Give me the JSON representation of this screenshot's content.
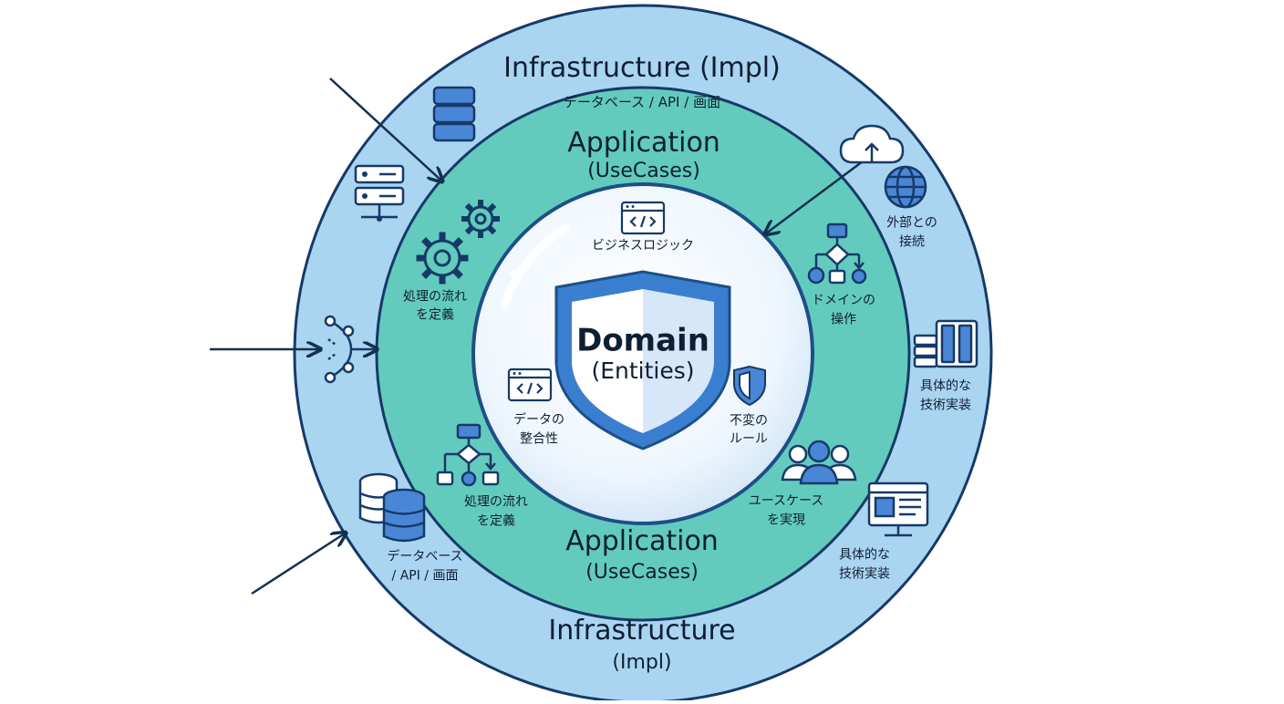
{
  "colors": {
    "infra_ring": "#aad5f1",
    "infra_edge": "#163a68",
    "app_ring": "#63cbbd",
    "app_edge": "#163a68",
    "domain_bubble": "#eef6fd",
    "shield_blue": "#3a7ed0",
    "icon_blue": "#4a86d6",
    "icon_stroke": "#163a68",
    "arrow": "#14304f"
  },
  "infrastructure": {
    "top_title": "Infrastructure (Impl)",
    "top_subtitle": "データベース / API / 画面",
    "bottom_title": "Infrastructure",
    "bottom_subtitle": "(Impl)",
    "labels": {
      "external_line1": "外部との",
      "external_line2": "接続",
      "impl_right_line1": "具体的な",
      "impl_right_line2": "技術実装",
      "impl_bottom_line1": "具体的な",
      "impl_bottom_line2": "技術実装",
      "db_line1": "データベース",
      "db_line2": "/ API / 画面"
    }
  },
  "application": {
    "top_title": "Application",
    "top_subtitle": "(UseCases)",
    "bottom_title": "Application",
    "bottom_subtitle": "(UseCases)",
    "labels": {
      "flow_top_line1": "処理の流れ",
      "flow_top_line2": "を定義",
      "flow_bottom_line1": "処理の流れ",
      "flow_bottom_line2": "を定義",
      "domain_op_line1": "ドメインの",
      "domain_op_line2": "操作",
      "usecase_line1": "ユースケース",
      "usecase_line2": "を実現"
    }
  },
  "domain": {
    "title": "Domain",
    "subtitle": "(Entities)",
    "labels": {
      "business_logic": "ビジネスロジック",
      "integrity_line1": "データの",
      "integrity_line2": "整合性",
      "invariant_line1": "不変の",
      "invariant_line2": "ルール"
    }
  }
}
